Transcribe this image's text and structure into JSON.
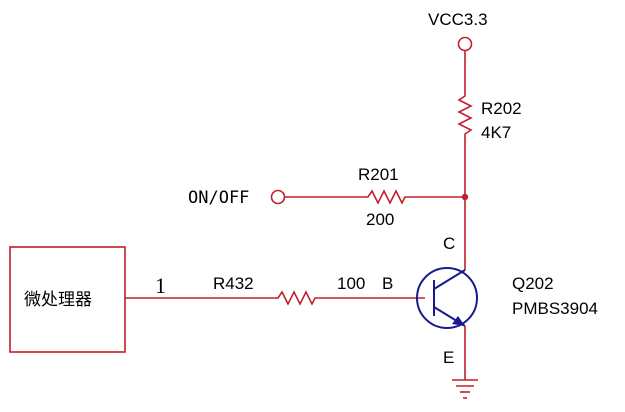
{
  "supply": {
    "label": "VCC3.3"
  },
  "r202": {
    "ref": "R202",
    "value": "4K7"
  },
  "r201": {
    "ref": "R201",
    "value": "200"
  },
  "r432": {
    "ref": "R432",
    "value": "100"
  },
  "onoff": {
    "label": "ON/OFF"
  },
  "mcu": {
    "label": "微处理器",
    "pin": "1"
  },
  "q202": {
    "ref": "Q202",
    "part": "PMBS3904",
    "pin_c": "C",
    "pin_b": "B",
    "pin_e": "E"
  },
  "colors": {
    "wire": "#c0202a",
    "transistor": "#1a1a8c",
    "text": "#000000"
  }
}
